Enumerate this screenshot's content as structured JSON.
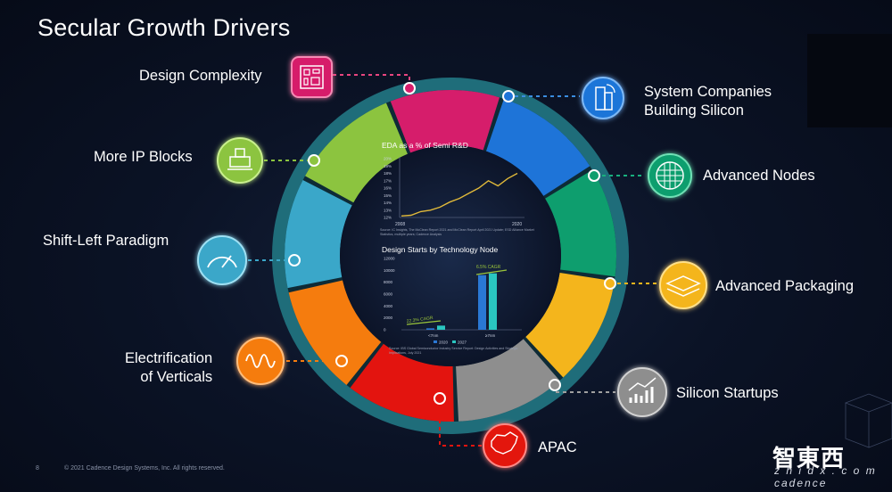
{
  "title": "Secular Growth Drivers",
  "drivers": {
    "design_complexity": "Design Complexity",
    "system_companies_1": "System Companies",
    "system_companies_2": "Building Silicon",
    "more_ip_blocks": "More IP Blocks",
    "advanced_nodes": "Advanced Nodes",
    "shift_left": "Shift-Left Paradigm",
    "advanced_packaging": "Advanced Packaging",
    "electrification_1": "Electrification",
    "electrification_2": "of Verticals",
    "silicon_startups": "Silicon Startups",
    "apac": "APAC"
  },
  "segment_colors": [
    "#d61d6b",
    "#1e74d8",
    "#0e9e6e",
    "#f4b51c",
    "#8e8e8e",
    "#e3140f",
    "#f57c0e",
    "#3aa7c9",
    "#8cc43f"
  ],
  "chart1": {
    "title": "EDA as a % of Semi R&D",
    "x_start": "2008",
    "x_end": "2020",
    "y_ticks": [
      "20%",
      "19%",
      "18%",
      "17%",
      "16%",
      "15%",
      "14%",
      "13%",
      "12%"
    ],
    "source": "Source: IC Insights, The McClean Report 2021 and McClean Report April 2021 Update; ESD Alliance Market Statistics, multiple years; Cadence Analysis"
  },
  "chart2": {
    "title": "Design Starts by Technology Node",
    "y_ticks": [
      "12000",
      "10000",
      "8000",
      "6000",
      "4000",
      "2000",
      "0"
    ],
    "cagr_left": "22.3% CAGR",
    "cagr_right": "6.5% CAGR",
    "cat_left": "<7nm",
    "cat_right": "≥7nm",
    "legend_2020": "2020",
    "legend_2027": "2027",
    "source": "Source: IBS Global Semiconductor Industry Service Report: Design Activities and Strategic Implications, July 2021"
  },
  "chart_data": [
    {
      "type": "line",
      "title": "EDA as a % of Semi R&D",
      "x": [
        2008,
        2009,
        2010,
        2011,
        2012,
        2013,
        2014,
        2015,
        2016,
        2017,
        2018,
        2019,
        2020
      ],
      "series": [
        {
          "values": [
            12.2,
            12.3,
            12.8,
            13.0,
            13.4,
            14.1,
            14.6,
            15.3,
            16.0,
            17.0,
            16.3,
            17.3,
            18.0
          ]
        }
      ],
      "ylim": [
        12,
        20
      ]
    },
    {
      "type": "bar",
      "title": "Design Starts by Technology Node",
      "categories": [
        "<7nm",
        "≥7nm"
      ],
      "series": [
        {
          "name": "2020",
          "values": [
            250,
            9200
          ]
        },
        {
          "name": "2027",
          "values": [
            700,
            9500
          ]
        }
      ],
      "ylim": [
        0,
        12000
      ]
    }
  ],
  "footer": "© 2021 Cadence Design Systems, Inc. All rights reserved.",
  "page_number": "8",
  "brand_cn": "智東西",
  "brand_sub": "z h i d x . c o m   cadence"
}
